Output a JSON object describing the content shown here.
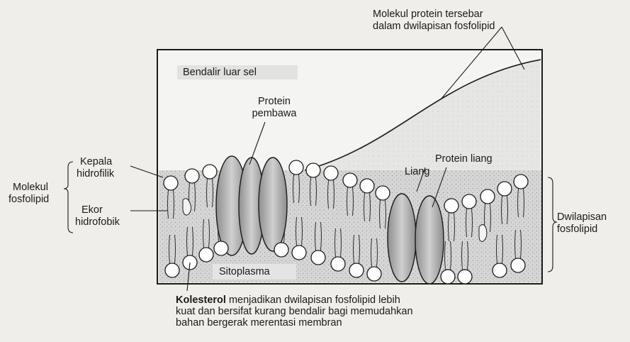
{
  "labels": {
    "protein_spread_line1": "Molekul protein tersebar",
    "protein_spread_line2": "dalam dwilapisan fosfolipid",
    "outer_fluid": "Bendalir luar sel",
    "carrier_protein_line1": "Protein",
    "carrier_protein_line2": "pembawa",
    "hydrophilic_head_line1": "Kepala",
    "hydrophilic_head_line2": "hidrofilik",
    "phospholipid_molecule_line1": "Molekul",
    "phospholipid_molecule_line2": "fosfolipid",
    "hydrophobic_tail_line1": "Ekor",
    "hydrophobic_tail_line2": "hidrofobik",
    "channel_protein": "Protein liang",
    "channel": "Liang",
    "bilayer_line1": "Dwilapisan",
    "bilayer_line2": "fosfolipid",
    "cytoplasm": "Sitoplasma"
  },
  "caption": {
    "bold_term": "Kolesterol",
    "line1_rest": " menjadikan dwilapisan fosfolipid lebih",
    "line2": "kuat dan bersifat kurang bendalir bagi memudahkan",
    "line3": "bahan bergerak merentasi membran"
  },
  "colors": {
    "background": "#efeeea",
    "membrane_fill": "#cfcfcf",
    "ink": "#1a1a1a",
    "head_fill": "#ffffff"
  }
}
